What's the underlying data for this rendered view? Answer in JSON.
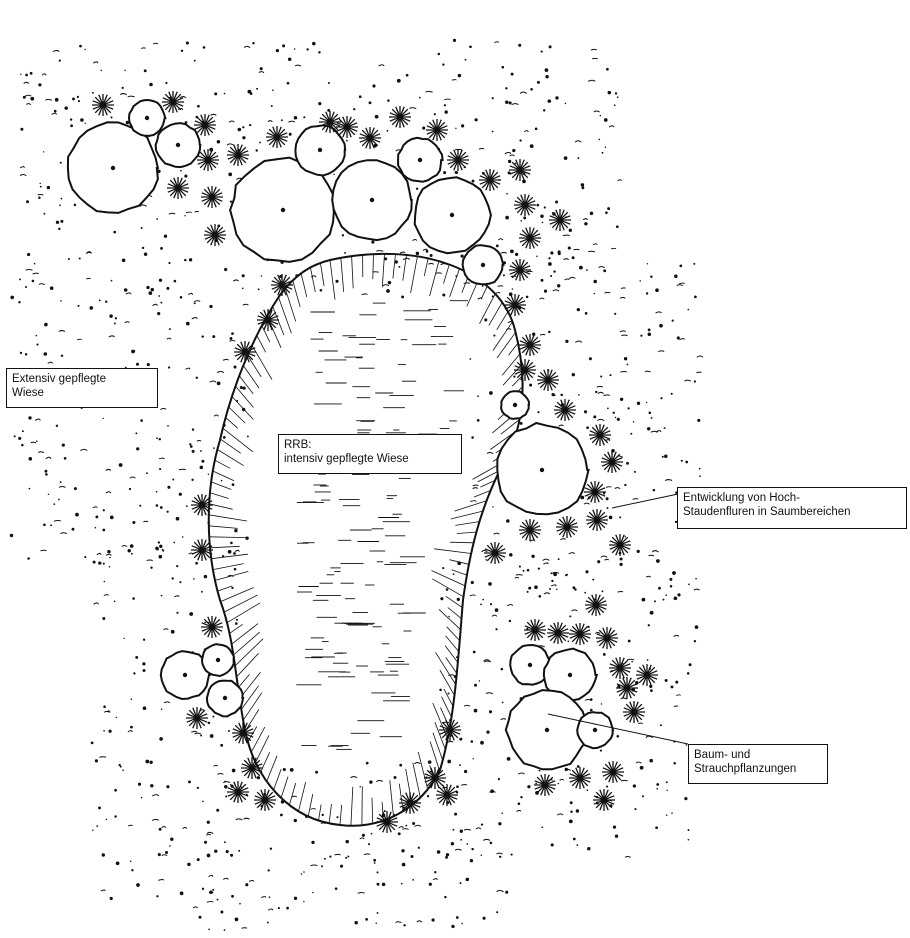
{
  "diagram": {
    "ink_color": "#111111",
    "background_color": "#ffffff",
    "symbols": {
      "tree": "tree-canopy-icon",
      "shrub": "shrub-star-icon",
      "meadow_dots": "meadow-stipple"
    }
  },
  "labels": {
    "extensive_meadow": {
      "line1": "Extensiv gepflegte",
      "line2": "Wiese"
    },
    "retention_basin": {
      "line1": "RRB:",
      "line2": "intensiv gepflegte Wiese"
    },
    "tall_herb": {
      "line1": "Entwicklung von Hoch-",
      "line2": "Staudenfluren in Saumbereichen"
    },
    "plantings": {
      "line1": "Baum- und",
      "line2": "Strauchpflanzungen"
    }
  }
}
